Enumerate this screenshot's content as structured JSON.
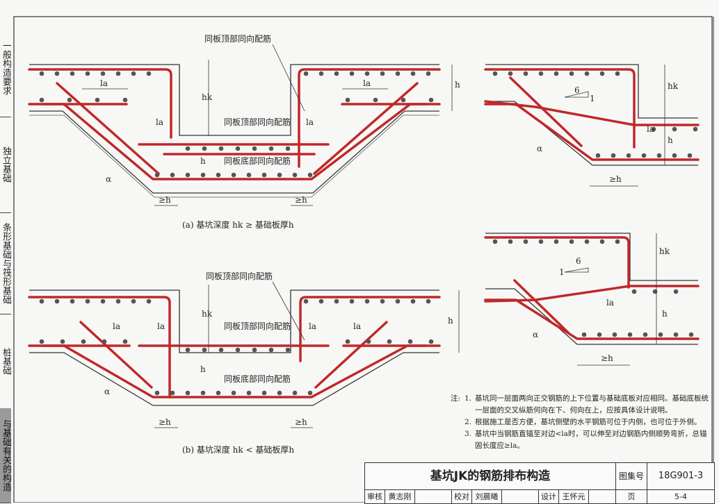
{
  "side_tabs": [
    {
      "text": "一般构造要求",
      "dark": false
    },
    {
      "text": "独立基础",
      "dark": false
    },
    {
      "text": "条形基础与筏形基础",
      "dark": false
    },
    {
      "text": "桩基础",
      "dark": false
    },
    {
      "text": "与基础有关的构造",
      "dark": true
    }
  ],
  "labels": {
    "top_same_dir": "同板顶部同向配筋",
    "bottom_same_dir": "同板底部同向配筋",
    "la": "la",
    "hk": "hk",
    "h": "h",
    "alpha": "α",
    "ge_h": "≥h",
    "slope_6": "6",
    "slope_1": "1"
  },
  "captions": {
    "a": "(a) 基坑深度 hk ≥ 基础板厚h",
    "b": "(b) 基坑深度 hk < 基础板厚h"
  },
  "notes": {
    "lead": "注:",
    "items": [
      {
        "num": "1.",
        "text": "基坑同一层面两向正交钢筋的上下位置与基础底板对应相同。基础底板统一层面的交叉纵筋何向在下、何向在上，应按具体设计说明。"
      },
      {
        "num": "2.",
        "text": "根据施工是否方便，基坑侧壁的水平钢筋可位于内侧，也可位于外侧。"
      },
      {
        "num": "3.",
        "text": "基坑中当钢筋直锚至对边<la时，可以伸至对边钢筋内侧顺势弯折，总锚固长度应≥la。"
      }
    ]
  },
  "title_block": {
    "title": "基坑JK的钢筋排布构造",
    "atlas_label": "图集号",
    "atlas_no": "18G901-3",
    "review_label": "审核",
    "review_name": "黄志刚",
    "check_label": "校对",
    "check_name": "刘晨曦",
    "design_label": "设计",
    "design_name": "王怀元",
    "page_label": "页",
    "page_no": "5-4"
  },
  "colors": {
    "rebar": "#c0282a",
    "concrete_line": "#333333",
    "dot": "#555555"
  }
}
